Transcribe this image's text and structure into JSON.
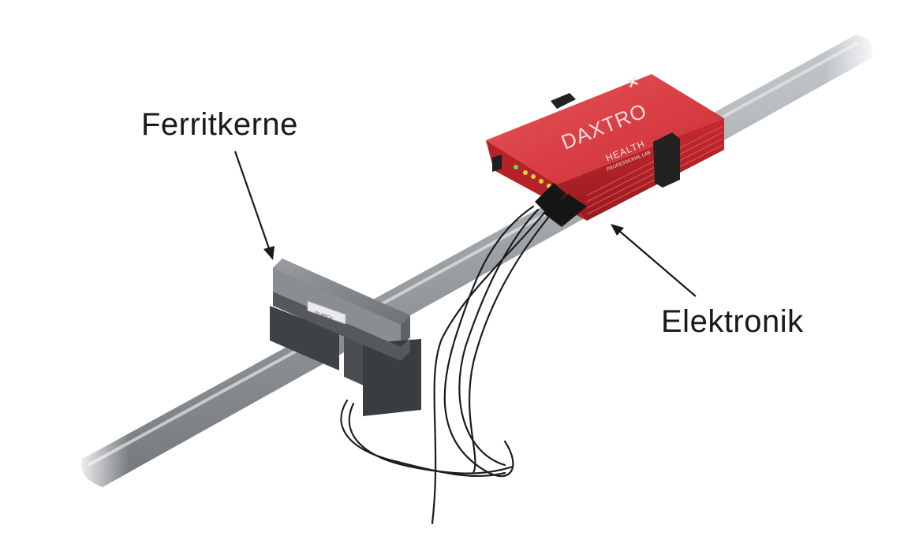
{
  "labels": {
    "ferrite_cores": "Ferritkerne",
    "electronics": "Elektronik"
  },
  "device": {
    "brand": "DAXTRO",
    "subtitle_line1": "HEALTH",
    "subtitle_line2": "PROFESSIONAL LAB",
    "body_color": "#d8363a"
  },
  "core_sticker": "SUREX",
  "colors": {
    "pipe": "#a9aeb3",
    "ferrite": "#5c5f63",
    "cable": "#1a1a1a",
    "arrow": "#1a1a1a"
  }
}
